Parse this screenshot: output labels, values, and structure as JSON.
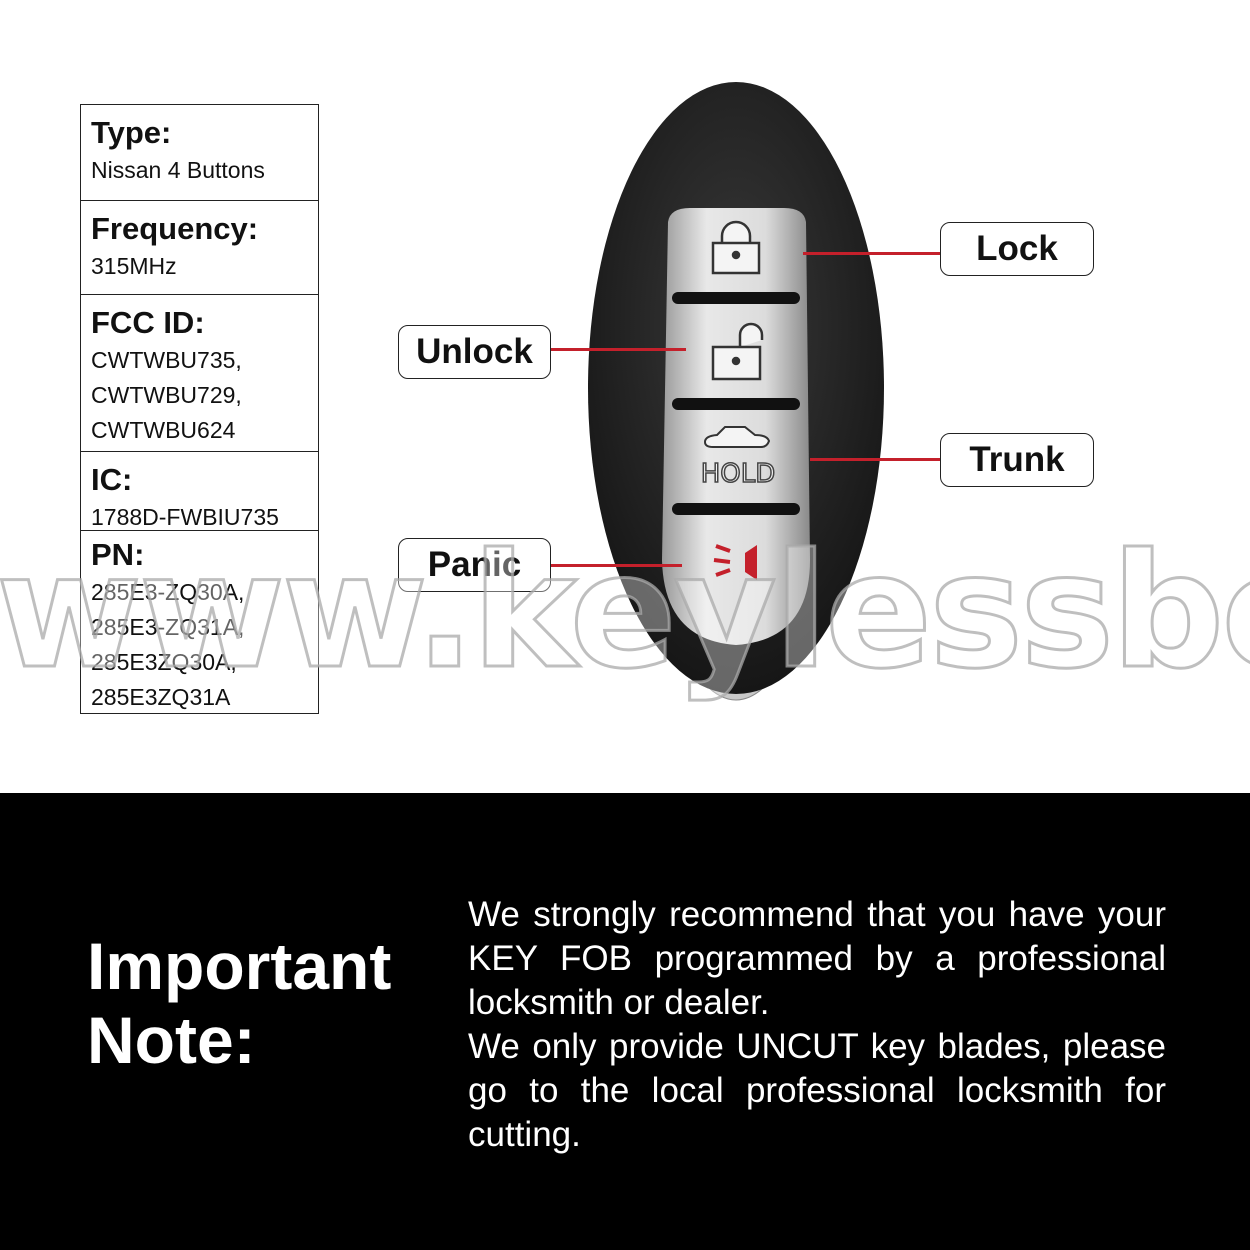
{
  "specs": [
    {
      "label": "Type:",
      "values": [
        "Nissan 4 Buttons"
      ]
    },
    {
      "label": "Frequency:",
      "values": [
        "315MHz"
      ]
    },
    {
      "label": "FCC ID:",
      "values": [
        "CWTWBU735,",
        "CWTWBU729,",
        "CWTWBU624"
      ]
    },
    {
      "label": "IC:",
      "values": [
        "1788D-FWBIU735"
      ]
    },
    {
      "label": "PN:",
      "values": [
        "285E3-ZQ30A,",
        "285E3-ZQ31A,",
        "285E3ZQ30A,",
        "285E3ZQ31A"
      ]
    }
  ],
  "fob": {
    "hold_text": "HOLD",
    "buttons": [
      "lock-icon",
      "unlock-icon",
      "trunk-icon",
      "panic-icon"
    ]
  },
  "callouts": {
    "lock": "Lock",
    "unlock": "Unlock",
    "trunk": "Trunk",
    "panic": "Panic"
  },
  "watermark": "www.keylessbest.com",
  "note": {
    "title_line1": "Important",
    "title_line2": "Note:",
    "para1": "We strongly recommend that you have your KEY FOB programmed by a professional locksmith or dealer.",
    "para2": "We only provide UNCUT key blades, please go to the local professional locksmith for cutting."
  },
  "colors": {
    "accent": "#c4202b"
  }
}
